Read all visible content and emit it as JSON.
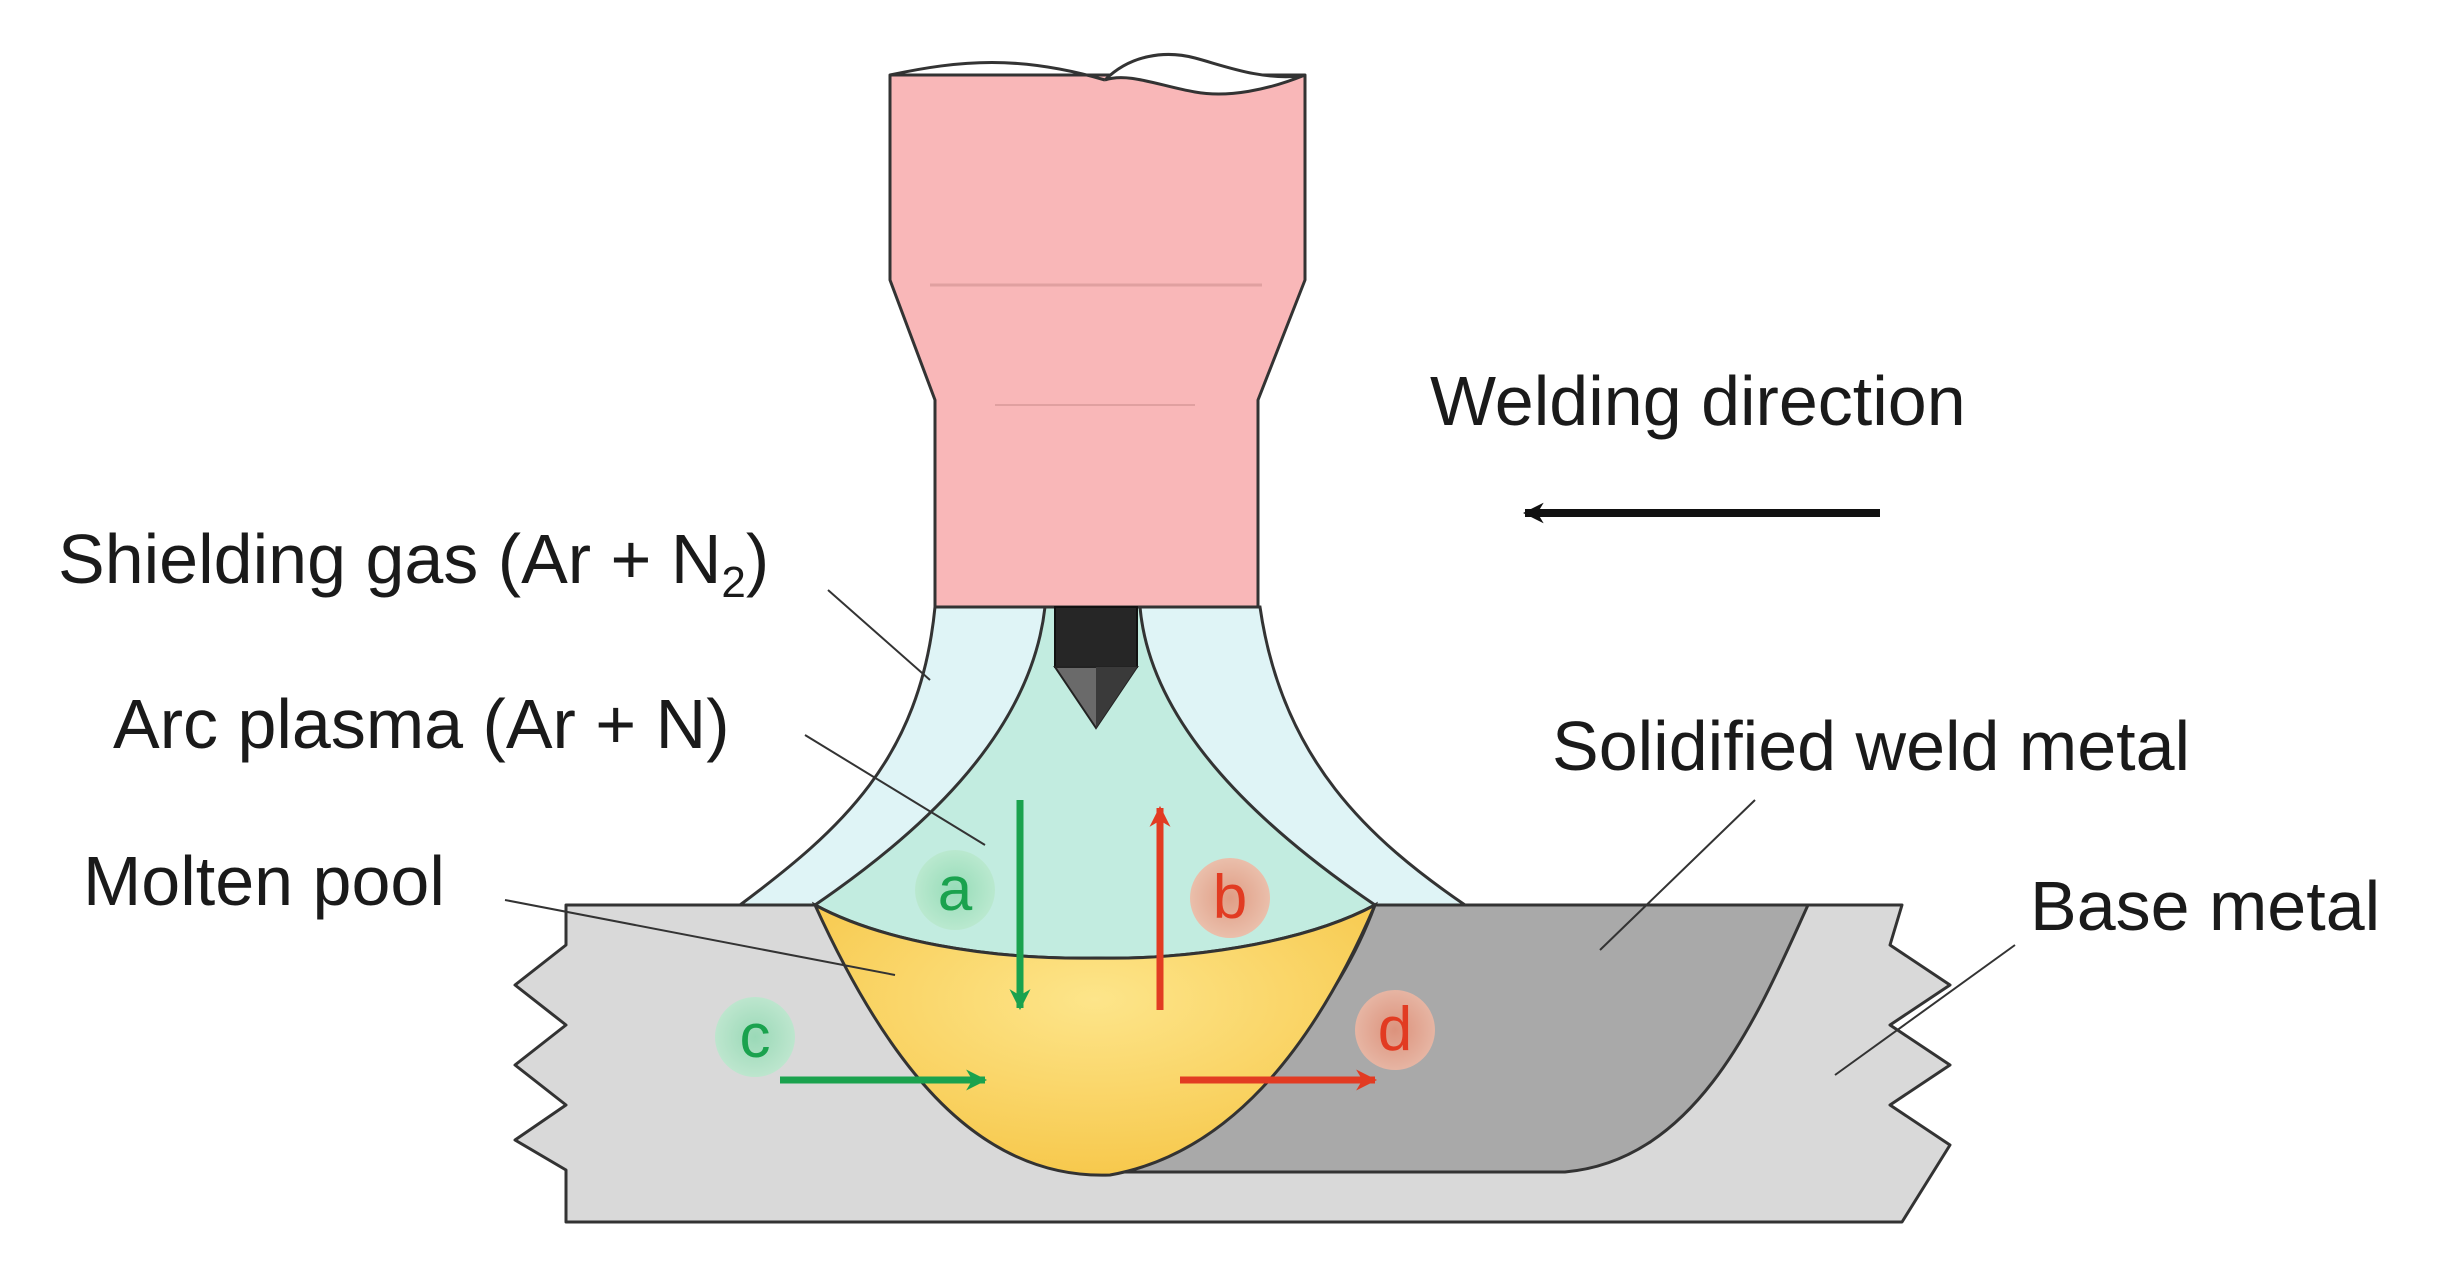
{
  "labels": {
    "welding_direction": "Welding direction",
    "shielding_gas": "Shielding gas (Ar + N",
    "shielding_gas_sub": "2",
    "shielding_gas_close": ")",
    "arc_plasma": "Arc plasma (Ar + N)",
    "molten_pool": "Molten pool",
    "solidified_weld_metal": "Solidified weld metal",
    "base_metal": "Base metal"
  },
  "markers": {
    "a": "a",
    "b": "b",
    "c": "c",
    "d": "d"
  },
  "colors": {
    "torch": "#f9b7b8",
    "shielding_gas": "#dff4f6",
    "arc_plasma": "#c2ece0",
    "molten_pool": "#f8cf5a",
    "solidified_weld": "#a9a9a9",
    "base_metal": "#d9d9d9",
    "electrode": "#262626",
    "green_flow": "#1aa24e",
    "red_flow": "#e23b22",
    "outline": "#333333"
  }
}
